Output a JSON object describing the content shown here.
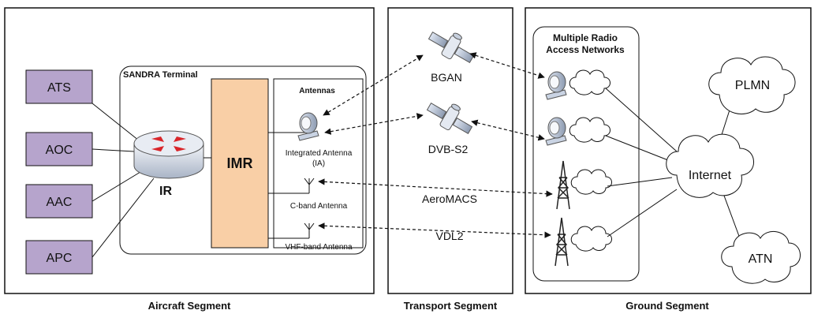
{
  "segments": {
    "aircraft": "Aircraft Segment",
    "transport": "Transport Segment",
    "ground": "Ground Segment"
  },
  "aircraft": {
    "terminal_title": "SANDRA Terminal",
    "apps": [
      "ATS",
      "AOC",
      "AAC",
      "APC"
    ],
    "router_label": "IR",
    "imr_label": "IMR",
    "antennas_title": "Antennas",
    "antenna_labels": {
      "integrated_line1": "Integrated Antenna",
      "integrated_line2": "(IA)",
      "cband": "C-band Antenna",
      "vhf": "VHF-band Antenna"
    }
  },
  "transport": {
    "links": [
      "BGAN",
      "DVB-S2",
      "AeroMACS",
      "VDL2"
    ]
  },
  "ground": {
    "ran_title_line1": "Multiple Radio",
    "ran_title_line2": "Access Networks",
    "clouds": [
      "PLMN",
      "Internet",
      "ATN"
    ]
  },
  "colors": {
    "app_box": "#b6a4cc",
    "imr_box": "#f9cfa6",
    "router_red": "#d9252a"
  }
}
